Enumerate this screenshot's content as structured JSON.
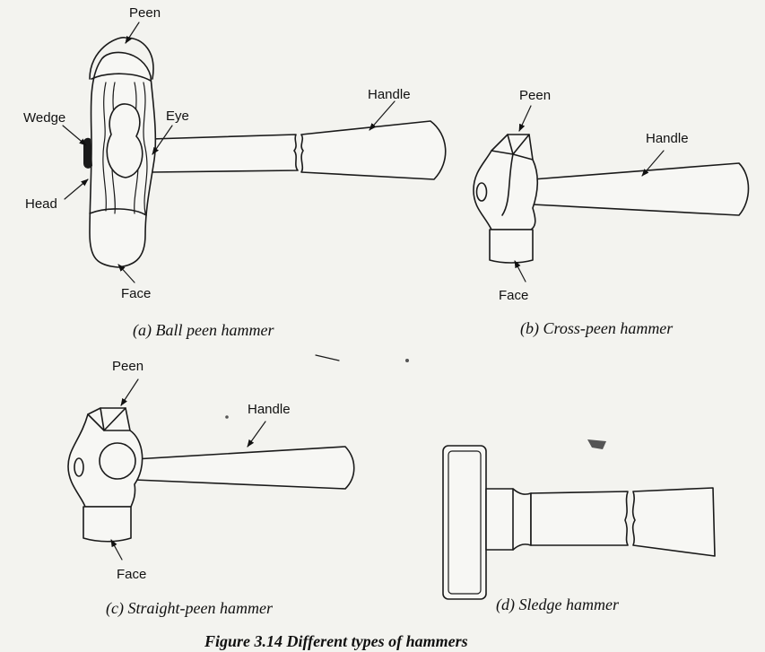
{
  "figure": {
    "caption": "Figure 3.14 Different types of hammers",
    "panels": {
      "a": {
        "caption": "(a) Ball peen hammer",
        "labels": {
          "peen": "Peen",
          "wedge": "Wedge",
          "eye": "Eye",
          "head": "Head",
          "handle": "Handle",
          "face": "Face"
        }
      },
      "b": {
        "caption": "(b) Cross-peen hammer",
        "labels": {
          "peen": "Peen",
          "handle": "Handle",
          "face": "Face"
        }
      },
      "c": {
        "caption": "(c) Straight-peen hammer",
        "labels": {
          "peen": "Peen",
          "handle": "Handle",
          "face": "Face"
        }
      },
      "d": {
        "caption": "(d) Sledge hammer"
      }
    }
  }
}
